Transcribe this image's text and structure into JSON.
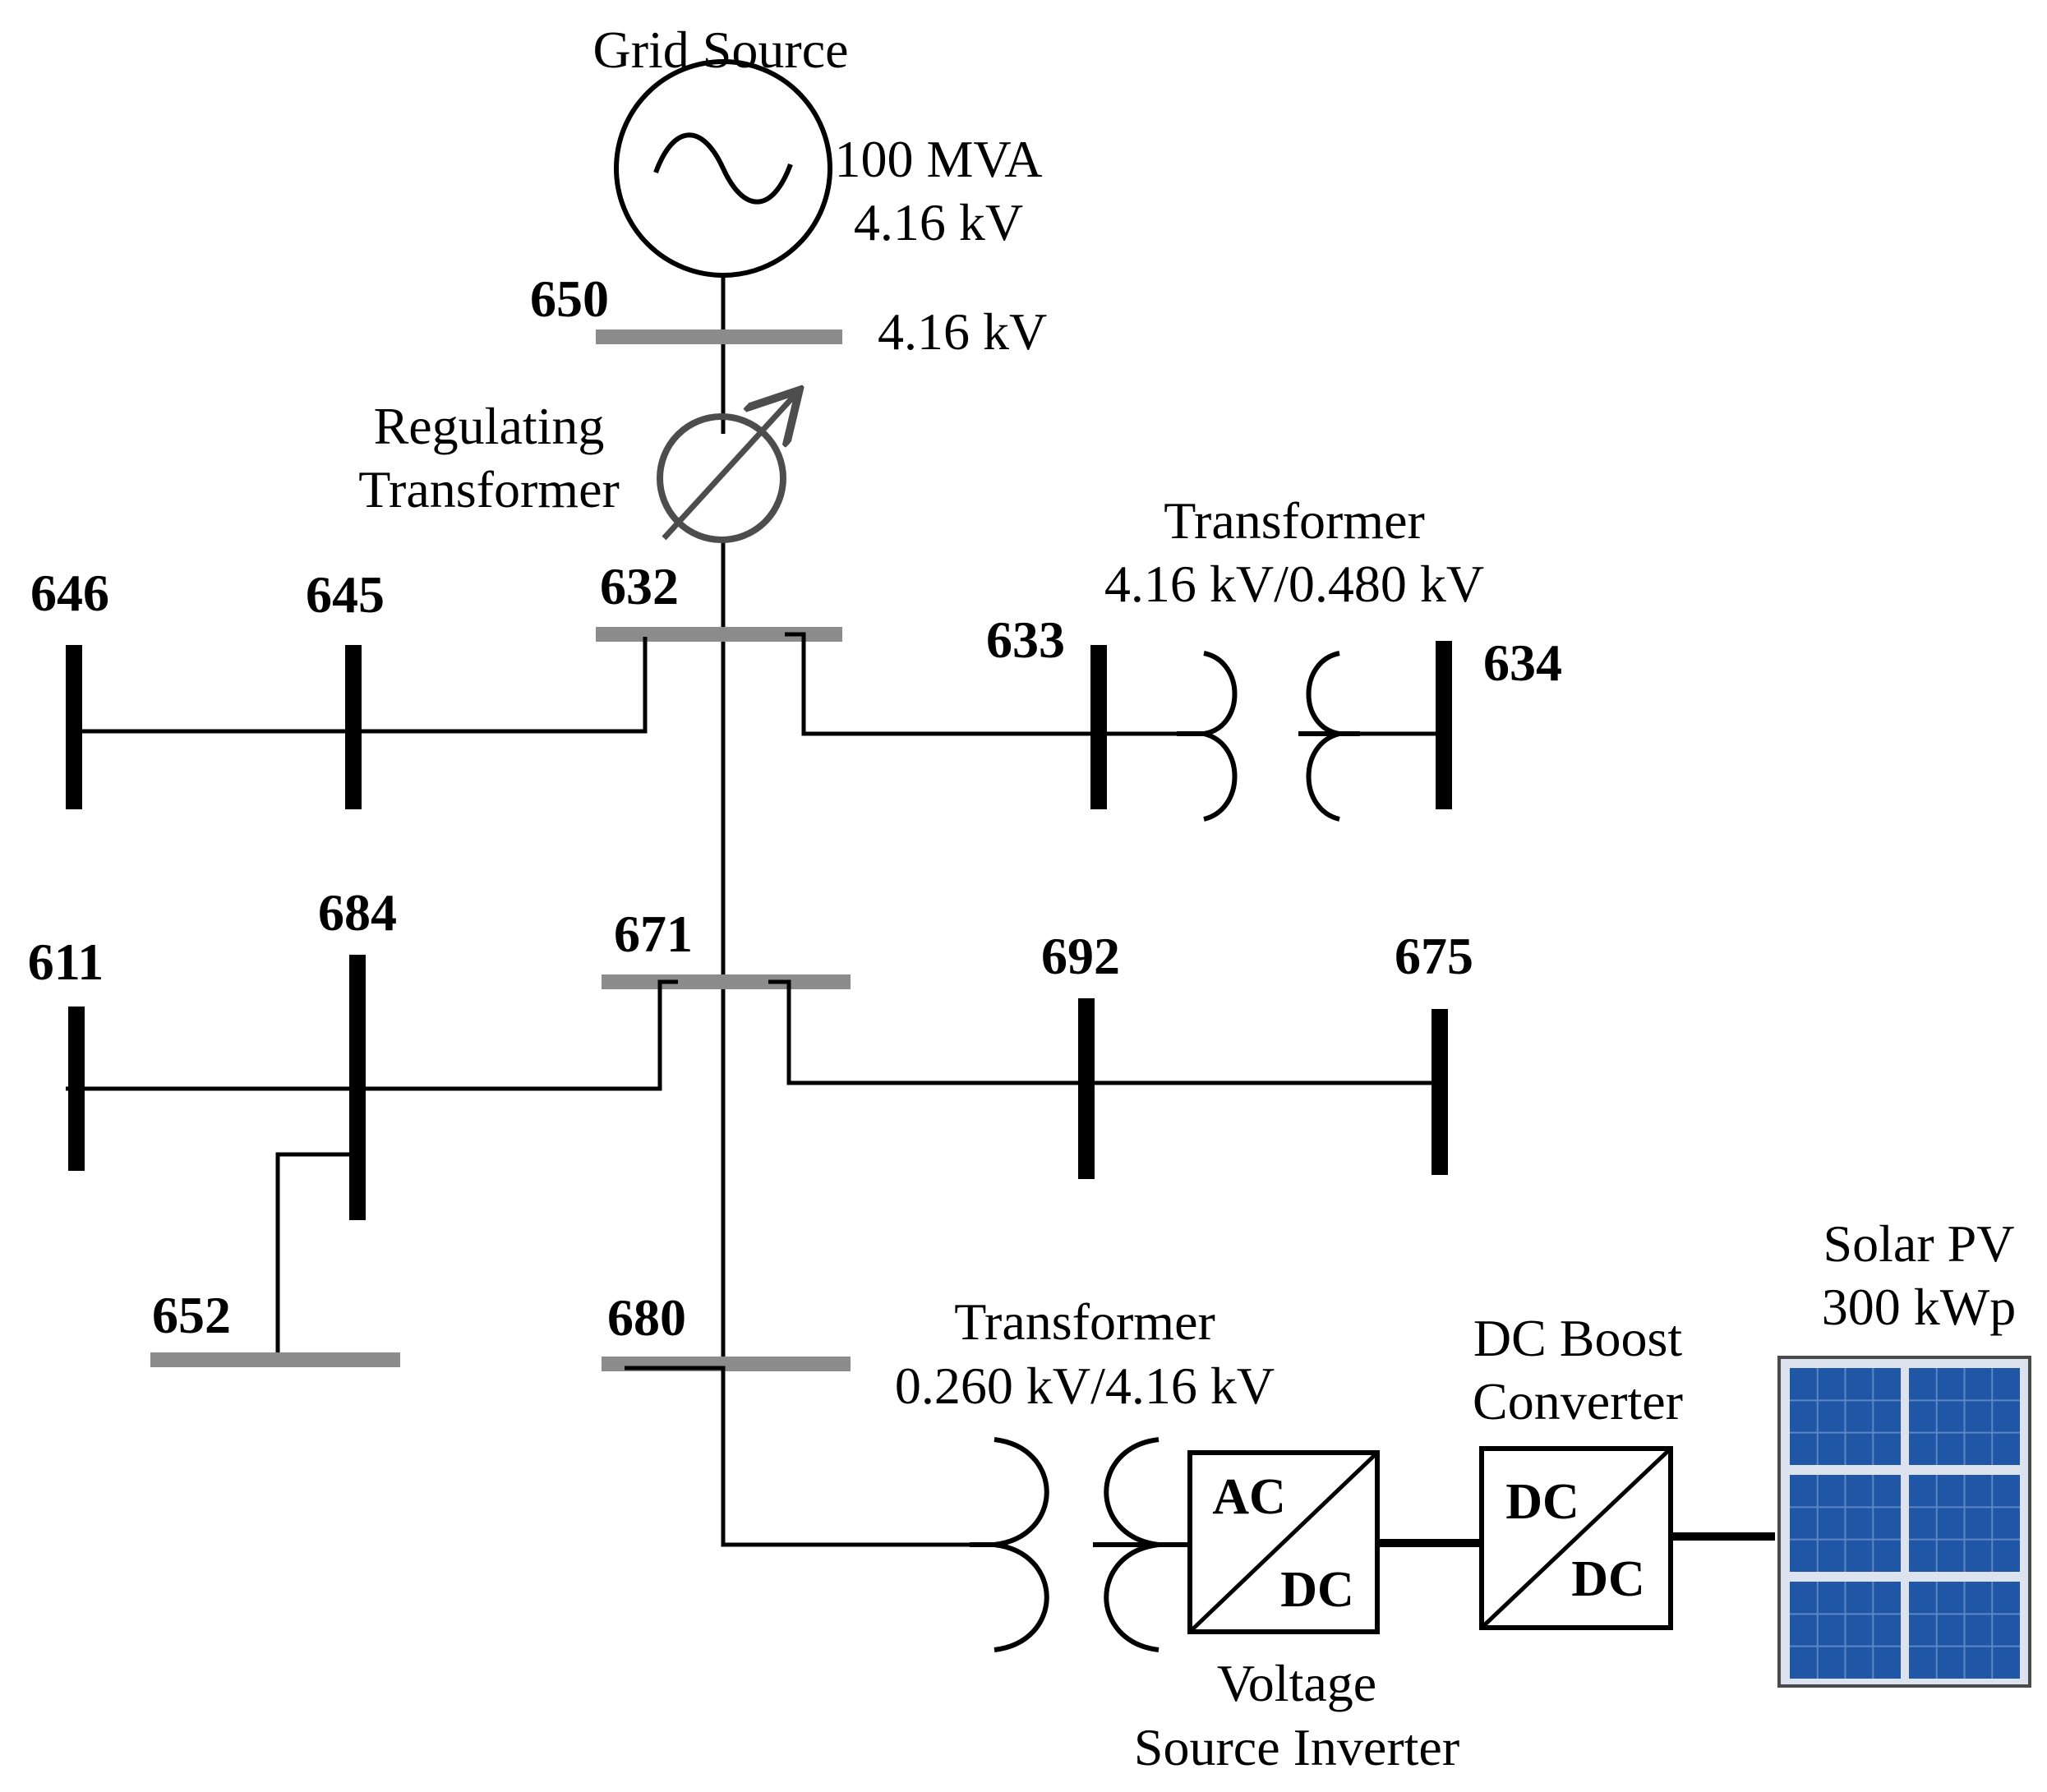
{
  "grid_source": {
    "title": "Grid Source",
    "rating": "100 MVA",
    "voltage": "4.16 kV"
  },
  "bus_650_voltage": "4.16 kV",
  "regulating_transformer": {
    "line1": "Regulating",
    "line2": "Transformer"
  },
  "transformer_633_634": {
    "line1": "Transformer",
    "line2": "4.16 kV/0.480 kV"
  },
  "transformer_680": {
    "line1": "Transformer",
    "line2": "0.260 kV/4.16 kV"
  },
  "inverter": {
    "top": "AC",
    "bottom": "DC",
    "label1": "Voltage",
    "label2": "Source Inverter"
  },
  "boost": {
    "top": "DC",
    "bottom": "DC",
    "label1": "DC Boost",
    "label2": "Converter"
  },
  "solar": {
    "line1": "Solar PV",
    "line2": "300 kWp"
  },
  "buses": {
    "b650": "650",
    "b632": "632",
    "b633": "633",
    "b634": "634",
    "b645": "645",
    "b646": "646",
    "b671": "671",
    "b684": "684",
    "b611": "611",
    "b652": "652",
    "b692": "692",
    "b675": "675",
    "b680": "680"
  },
  "colors": {
    "line": "#000000",
    "bus_bar": "#8c8c8c",
    "pv_cell": "#1f56a5",
    "pv_frame": "#dde3ee"
  }
}
